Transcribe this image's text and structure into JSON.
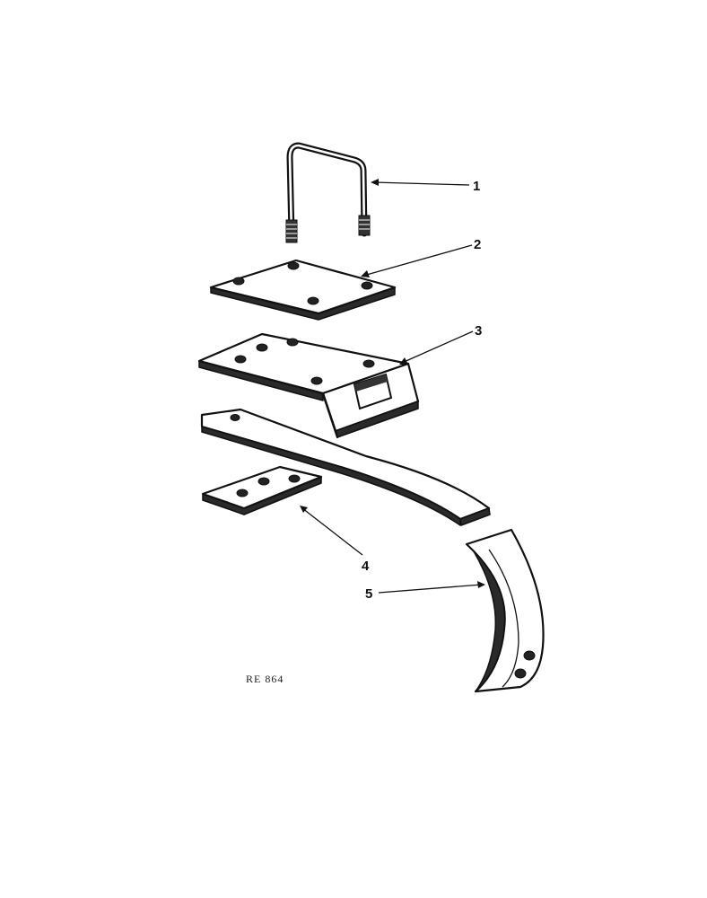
{
  "callouts": [
    {
      "id": "1",
      "label": "1"
    },
    {
      "id": "2",
      "label": "2"
    },
    {
      "id": "3",
      "label": "3"
    },
    {
      "id": "4",
      "label": "4"
    },
    {
      "id": "5",
      "label": "5"
    }
  ],
  "reference_code": "RE 864"
}
